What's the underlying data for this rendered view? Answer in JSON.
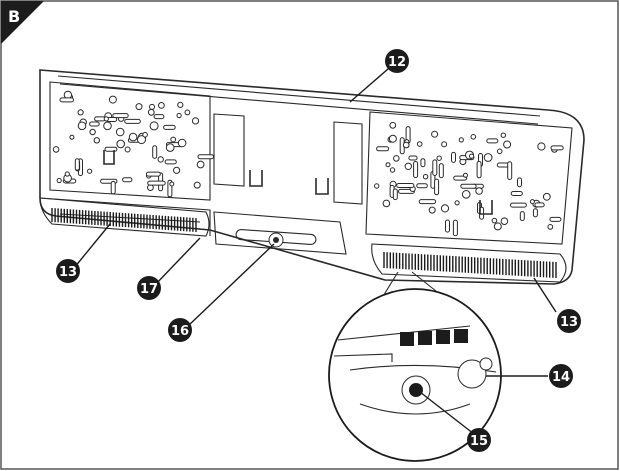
{
  "panel": {
    "label": "B"
  },
  "callouts": [
    {
      "id": "c12",
      "text": "12"
    },
    {
      "id": "c13a",
      "text": "13"
    },
    {
      "id": "c13b",
      "text": "13"
    },
    {
      "id": "c14",
      "text": "14"
    },
    {
      "id": "c15",
      "text": "15"
    },
    {
      "id": "c16",
      "text": "16"
    },
    {
      "id": "c17",
      "text": "17"
    }
  ],
  "colors": {
    "ink": "#1c1c1c",
    "frame": "#2a2a2a",
    "background": "#ffffff",
    "callout_text": "#ffffff"
  }
}
